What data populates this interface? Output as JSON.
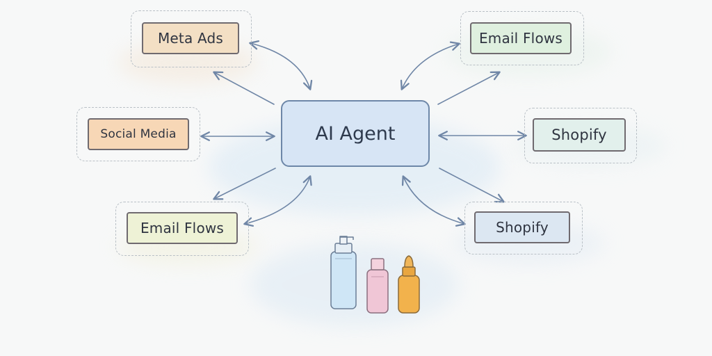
{
  "center": {
    "label": "AI Agent"
  },
  "nodes": [
    {
      "label": "Meta Ads",
      "fill": "#f3dfc4"
    },
    {
      "label": "Email Flows",
      "fill": "#dff0df"
    },
    {
      "label": "Social Media",
      "fill": "#f7d7b6"
    },
    {
      "label": "Shopify",
      "fill": "#e2f0ec"
    },
    {
      "label": "Email Flows",
      "fill": "#eef2d6"
    },
    {
      "label": "Shopify",
      "fill": "#dce7f2"
    }
  ],
  "colors": {
    "arrow": "#6f86a6",
    "center_fill": "#d7e5f5",
    "bottle_blue": "#cfe6f6",
    "bottle_pink": "#f0c6d6",
    "bottle_amber": "#f2b24c"
  }
}
